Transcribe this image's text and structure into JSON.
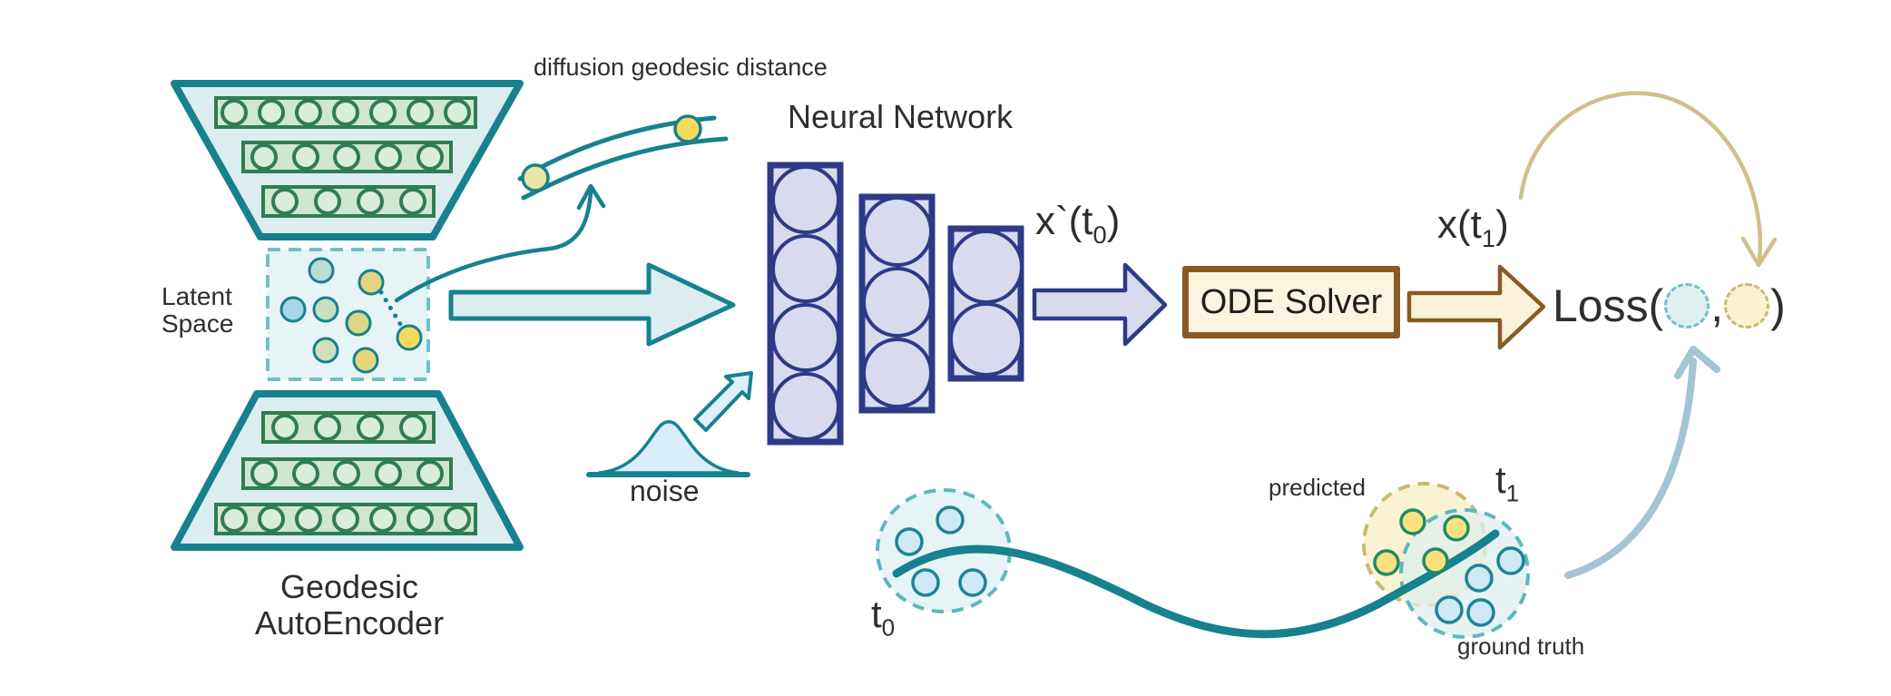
{
  "diagram": {
    "title": "Geodesic AutoEncoder flow-matching pipeline",
    "labels": {
      "diffusion_geodesic_distance": "diffusion geodesic distance",
      "neural_network": "Neural Network",
      "latent_space_line1": "Latent",
      "latent_space_line2": "Space",
      "autoencoder_line1": "Geodesic",
      "autoencoder_line2": "AutoEncoder",
      "noise": "noise",
      "ode_solver": "ODE Solver",
      "loss_open": "Loss(",
      "loss_comma": ",",
      "loss_close": ")",
      "predicted": "predicted",
      "ground_truth": "ground truth",
      "x_t0": {
        "base": "x`(t",
        "sub": "0",
        "close": ")"
      },
      "x_t1": {
        "base": "x(t",
        "sub": "1",
        "close": ")"
      },
      "t0": {
        "base": "t",
        "sub": "0"
      },
      "t1": {
        "base": "t",
        "sub": "1"
      }
    },
    "structure": {
      "encoder_layer_sizes": [
        7,
        5,
        4
      ],
      "decoder_layer_sizes": [
        4,
        5,
        7
      ],
      "neural_network_layer_sizes": [
        4,
        3,
        2
      ],
      "latent_space_points": 8,
      "t0_cluster_points": 4,
      "predicted_cluster_points": 4,
      "ground_truth_cluster_points": 4,
      "geodesic_path_points": 2
    },
    "colors": {
      "teal": "#17818f",
      "teal_fill": "#dcedf0",
      "latent_fill": "#e7f4f6",
      "latent_dash": "#6fc0ca",
      "green_stroke": "#2e7d53",
      "green_fill": "#cfe6d0",
      "green_node_fill": "#daeddd",
      "navy": "#2e3a87",
      "navy_fill": "#d9daee",
      "brown": "#8a5a26",
      "cream": "#fbf4e0",
      "tan_arrow_fill": "#fbf2d8",
      "tan_arc": "#cfc08a",
      "steel_blue": "#a3c4d2",
      "yellow": "#f6da60",
      "pale_yellow": "#e9e6a3",
      "blue_point_fill": "#cfe9f4",
      "blue_point_stroke": "#1d8496",
      "yellow_point_stroke": "#208a68",
      "predicted_fill": "#faf3d2",
      "predicted_dash": "#c9ba72",
      "truth_fill": "#dff0ee",
      "truth_dash": "#5fb7bb",
      "text": "#2e2e2e"
    }
  }
}
